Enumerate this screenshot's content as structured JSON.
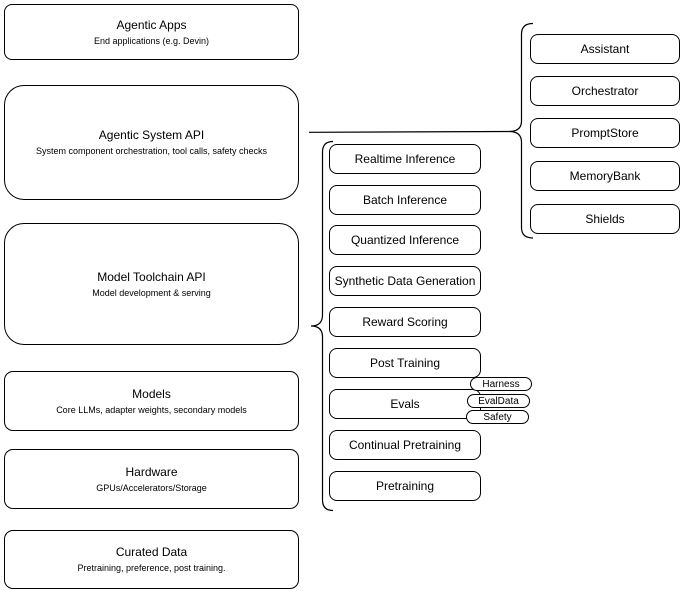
{
  "left_stack": [
    {
      "title": "Agentic Apps",
      "subtitle": "End applications (e.g. Devin)"
    },
    {
      "title": "Agentic System API",
      "subtitle": "System component orchestration, tool calls, safety checks"
    },
    {
      "title": "Model Toolchain API",
      "subtitle": "Model development & serving"
    },
    {
      "title": "Models",
      "subtitle": "Core LLMs, adapter weights, secondary models"
    },
    {
      "title": "Hardware",
      "subtitle": "GPUs/Accelerators/Storage"
    },
    {
      "title": "Curated Data",
      "subtitle": "Pretraining, preference, post training."
    }
  ],
  "toolchain": {
    "items": [
      "Realtime Inference",
      "Batch Inference",
      "Quantized Inference",
      "Synthetic Data Generation",
      "Reward Scoring",
      "Post Training",
      "Evals",
      "Continual Pretraining",
      "Pretraining"
    ]
  },
  "system_components": {
    "items": [
      "Assistant",
      "Orchestrator",
      "PromptStore",
      "MemoryBank",
      "Shields"
    ]
  },
  "eval_tags": [
    "Harness",
    "EvalData",
    "Safety"
  ],
  "colors": {
    "stroke": "#000000",
    "fill": "#ffffff",
    "text": "#000000"
  }
}
